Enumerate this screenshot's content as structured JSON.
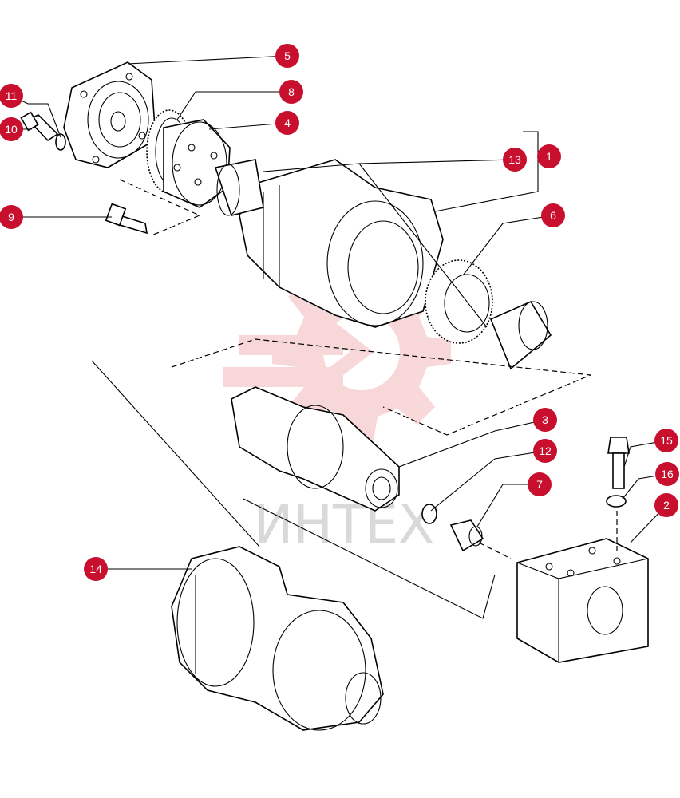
{
  "watermark": {
    "text": "ИНТЕХ",
    "color": "#f2b8b8"
  },
  "callouts": [
    {
      "id": "c5",
      "label": "5"
    },
    {
      "id": "c8",
      "label": "8"
    },
    {
      "id": "c4",
      "label": "4"
    },
    {
      "id": "c11",
      "label": "11"
    },
    {
      "id": "c10",
      "label": "10"
    },
    {
      "id": "c13",
      "label": "13"
    },
    {
      "id": "c1",
      "label": "1"
    },
    {
      "id": "c6",
      "label": "6"
    },
    {
      "id": "c9",
      "label": "9"
    },
    {
      "id": "c3",
      "label": "3"
    },
    {
      "id": "c12",
      "label": "12"
    },
    {
      "id": "c7",
      "label": "7"
    },
    {
      "id": "c15",
      "label": "15"
    },
    {
      "id": "c16",
      "label": "16"
    },
    {
      "id": "c2",
      "label": "2"
    },
    {
      "id": "c14",
      "label": "14"
    }
  ],
  "colors": {
    "badge": "#c8102e",
    "ink": "#000000"
  }
}
